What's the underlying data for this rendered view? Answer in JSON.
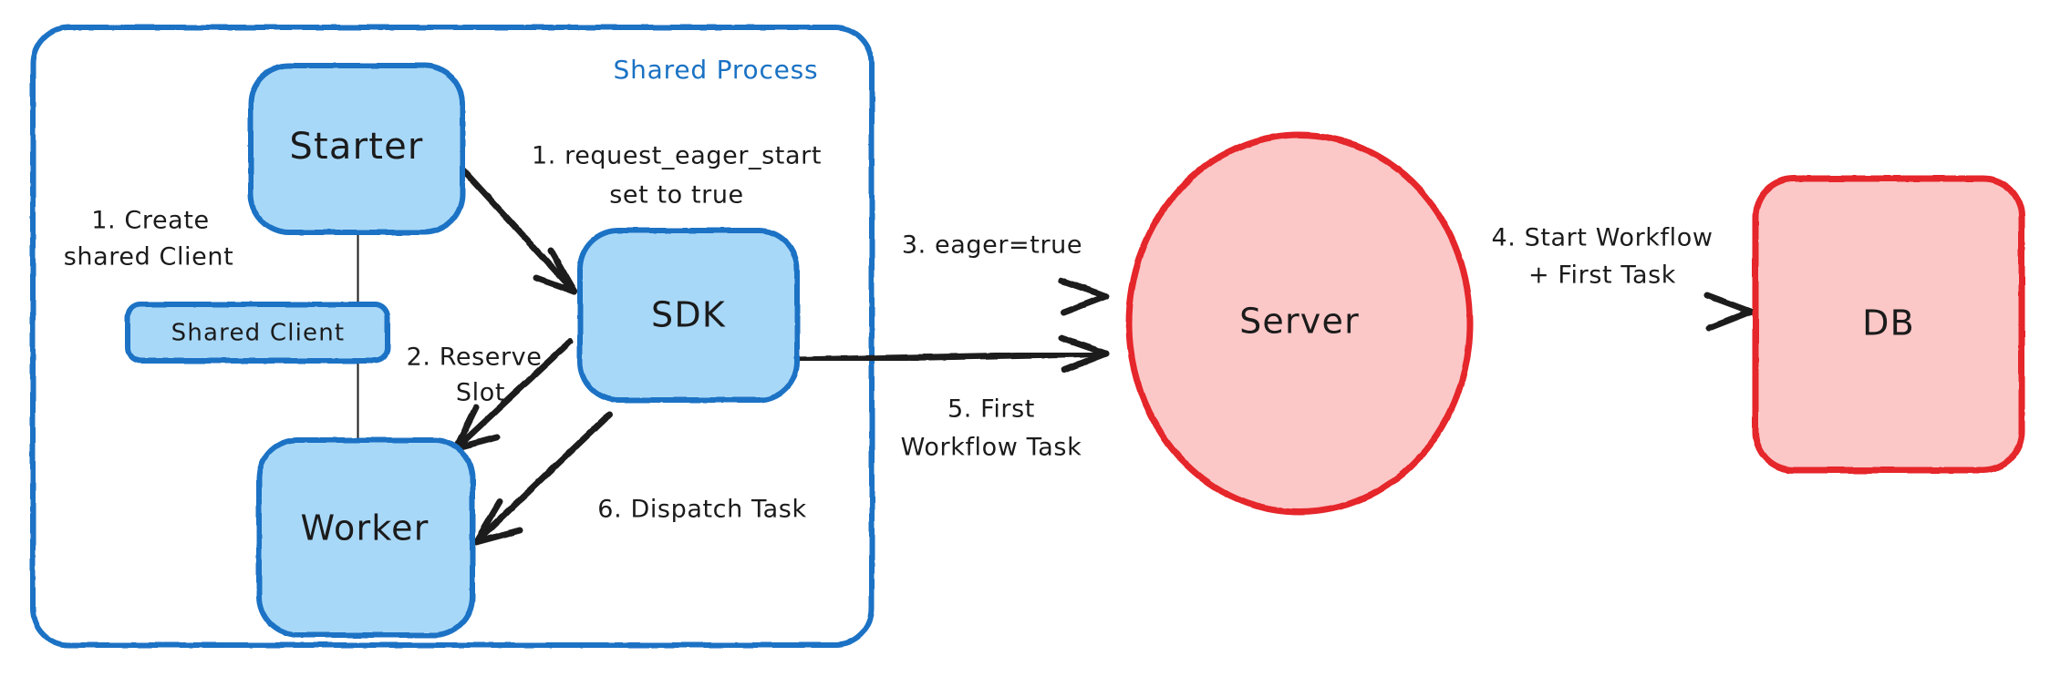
{
  "diagram": {
    "title": "Eager Workflow Start sequence",
    "background": "#ffffff",
    "palette": {
      "blue_fill": "#A8D8F8",
      "blue_stroke": "#1a72c4",
      "red_fill": "#FBC7C7",
      "red_stroke": "#E5262B",
      "edge": "#1b1b1b",
      "group_label_color": "#1a72c4"
    },
    "groups": [
      {
        "id": "shared-process",
        "label": "Shared Process",
        "label_color": "#1a72c4",
        "fill": "none",
        "stroke": "#1a72c4"
      }
    ],
    "nodes": [
      {
        "id": "starter",
        "label": "Starter",
        "shape": "rounded-rect",
        "fill": "#A8D8F8",
        "stroke": "#1a72c4"
      },
      {
        "id": "shared-client",
        "label": "Shared Client",
        "shape": "rounded-rect",
        "fill": "#A8D8F8",
        "stroke": "#1a72c4"
      },
      {
        "id": "worker",
        "label": "Worker",
        "shape": "rounded-rect",
        "fill": "#A8D8F8",
        "stroke": "#1a72c4"
      },
      {
        "id": "sdk",
        "label": "SDK",
        "shape": "rounded-rect",
        "fill": "#A8D8F8",
        "stroke": "#1a72c4"
      },
      {
        "id": "server",
        "label": "Server",
        "shape": "ellipse",
        "fill": "#FBC7C7",
        "stroke": "#E5262B"
      },
      {
        "id": "db",
        "label": "DB",
        "shape": "rounded-rect",
        "fill": "#FBC7C7",
        "stroke": "#E5262B"
      }
    ],
    "edges": [
      {
        "id": "e-create",
        "from": "starter",
        "to": "shared-client",
        "label_line1": "1. Create",
        "label_line2": "shared Client",
        "arrow": false
      },
      {
        "id": "e-eager",
        "from": "starter",
        "to": "sdk",
        "label_line1": "1. request_eager_start",
        "label_line2": "set to true",
        "arrow": true
      },
      {
        "id": "e-reserve",
        "from": "sdk",
        "to": "worker",
        "label_line1": "2. Reserve",
        "label_line2": "Slot",
        "arrow": true
      },
      {
        "id": "e-eagertrue",
        "from": "sdk",
        "to": "server",
        "label_line1": "3. eager=true",
        "label_line2": "",
        "arrow": true
      },
      {
        "id": "e-start-wf",
        "from": "server",
        "to": "db",
        "label_line1": "4. Start Workflow",
        "label_line2": "+ First Task",
        "arrow": true
      },
      {
        "id": "e-first-wft",
        "from": "sdk",
        "to": "server",
        "label_line1": "5. First",
        "label_line2": "Workflow Task",
        "arrow": true
      },
      {
        "id": "e-dispatch",
        "from": "sdk",
        "to": "worker",
        "label_line1": "6. Dispatch Task",
        "label_line2": "",
        "arrow": true
      },
      {
        "id": "e-client-worker",
        "from": "shared-client",
        "to": "worker",
        "label_line1": "",
        "label_line2": "",
        "arrow": false
      }
    ]
  }
}
